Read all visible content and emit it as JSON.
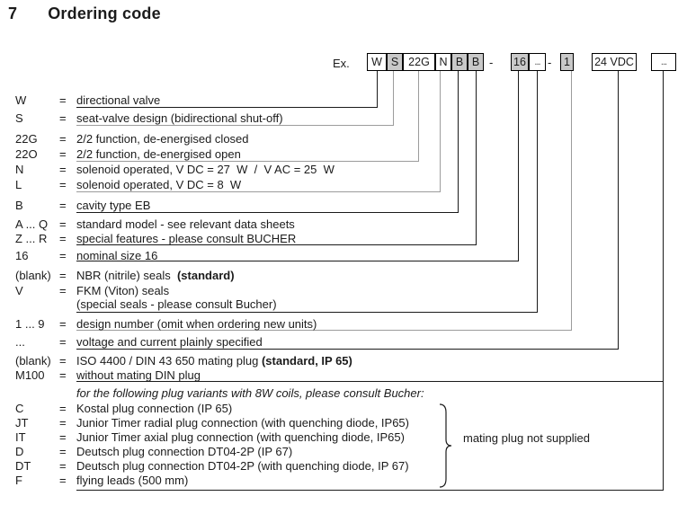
{
  "title": {
    "number": "7",
    "text": "Ordering code"
  },
  "example": {
    "label": "Ex.",
    "boxes": [
      {
        "text": "W",
        "fill": "white"
      },
      {
        "text": "S",
        "fill": "gray"
      },
      {
        "text": "22G",
        "fill": "white"
      },
      {
        "text": "N",
        "fill": "white"
      },
      {
        "text": "B",
        "fill": "gray"
      },
      {
        "text": "B",
        "fill": "gray"
      },
      {
        "text": "-",
        "fill": "dash"
      },
      {
        "text": "16",
        "fill": "gray"
      },
      {
        "text": "...",
        "fill": "white",
        "muted": true
      },
      {
        "text": "-",
        "fill": "dash"
      },
      {
        "text": "1",
        "fill": "gray"
      },
      {
        "text": "24 VDC",
        "fill": "white"
      },
      {
        "text": "...",
        "fill": "white",
        "muted": true
      }
    ]
  },
  "rows": [
    {
      "code": "W",
      "eq": "=",
      "desc": "directional valve"
    },
    {
      "code": "S",
      "eq": "=",
      "desc": "seat-valve design (bidirectional shut-off)"
    },
    {
      "code": "22G",
      "eq": "=",
      "desc": "2/2 function, de-energised closed"
    },
    {
      "code": "22O",
      "eq": "=",
      "desc": "2/2 function, de-energised open"
    },
    {
      "code": "N",
      "eq": "=",
      "desc": "solenoid operated, V DC = 27  W  /  V AC = 25  W"
    },
    {
      "code": "L",
      "eq": "=",
      "desc": "solenoid operated, V DC = 8  W"
    },
    {
      "code": "B",
      "eq": "=",
      "desc": "cavity type EB"
    },
    {
      "code": "A ... Q",
      "eq": "=",
      "desc": "standard model - see relevant data sheets"
    },
    {
      "code": "Z ... R",
      "eq": "=",
      "desc": "special features - please consult BUCHER"
    },
    {
      "code": "16",
      "eq": "=",
      "desc": "nominal size 16"
    },
    {
      "code": "(blank)",
      "eq": "=",
      "desc": "NBR (nitrile) seals  ",
      "bold": "(standard)"
    },
    {
      "code": "V",
      "eq": "=",
      "desc": "FKM (Viton) seals"
    },
    {
      "code": "",
      "desc": "(special seals - please consult Bucher)"
    },
    {
      "code": "1 ... 9",
      "eq": "=",
      "desc": "design number (omit when ordering new units)"
    },
    {
      "code": "...",
      "eq": "=",
      "desc": "voltage and current plainly specified"
    },
    {
      "code": "(blank)",
      "eq": "=",
      "desc": "ISO 4400 / DIN 43 650 mating plug ",
      "bold": "(standard, IP 65)"
    },
    {
      "code": "M100",
      "eq": "=",
      "desc": "without mating DIN plug"
    }
  ],
  "plug_section": {
    "note": "for the following plug variants with 8W coils, please consult Bucher:",
    "rows": [
      {
        "code": "C",
        "eq": "=",
        "desc": "Kostal plug connection (IP 65)"
      },
      {
        "code": "JT",
        "eq": "=",
        "desc": "Junior Timer radial plug connection (with quenching diode, IP65)"
      },
      {
        "code": "IT",
        "eq": "=",
        "desc": "Junior Timer axial plug connection (with quenching diode, IP65)"
      },
      {
        "code": "D",
        "eq": "=",
        "desc": "Deutsch plug connection DT04-2P (IP 67)"
      },
      {
        "code": "DT",
        "eq": "=",
        "desc": "Deutsch plug connection DT04-2P (with quenching diode, IP 67)"
      },
      {
        "code": "F",
        "eq": "=",
        "desc": "flying leads (500 mm)"
      }
    ],
    "brace_note": "mating plug not supplied"
  },
  "colors": {
    "box_gray": "#c9c9c9",
    "line_black": "#1a1a1a",
    "line_gray": "#9c9c9c"
  }
}
